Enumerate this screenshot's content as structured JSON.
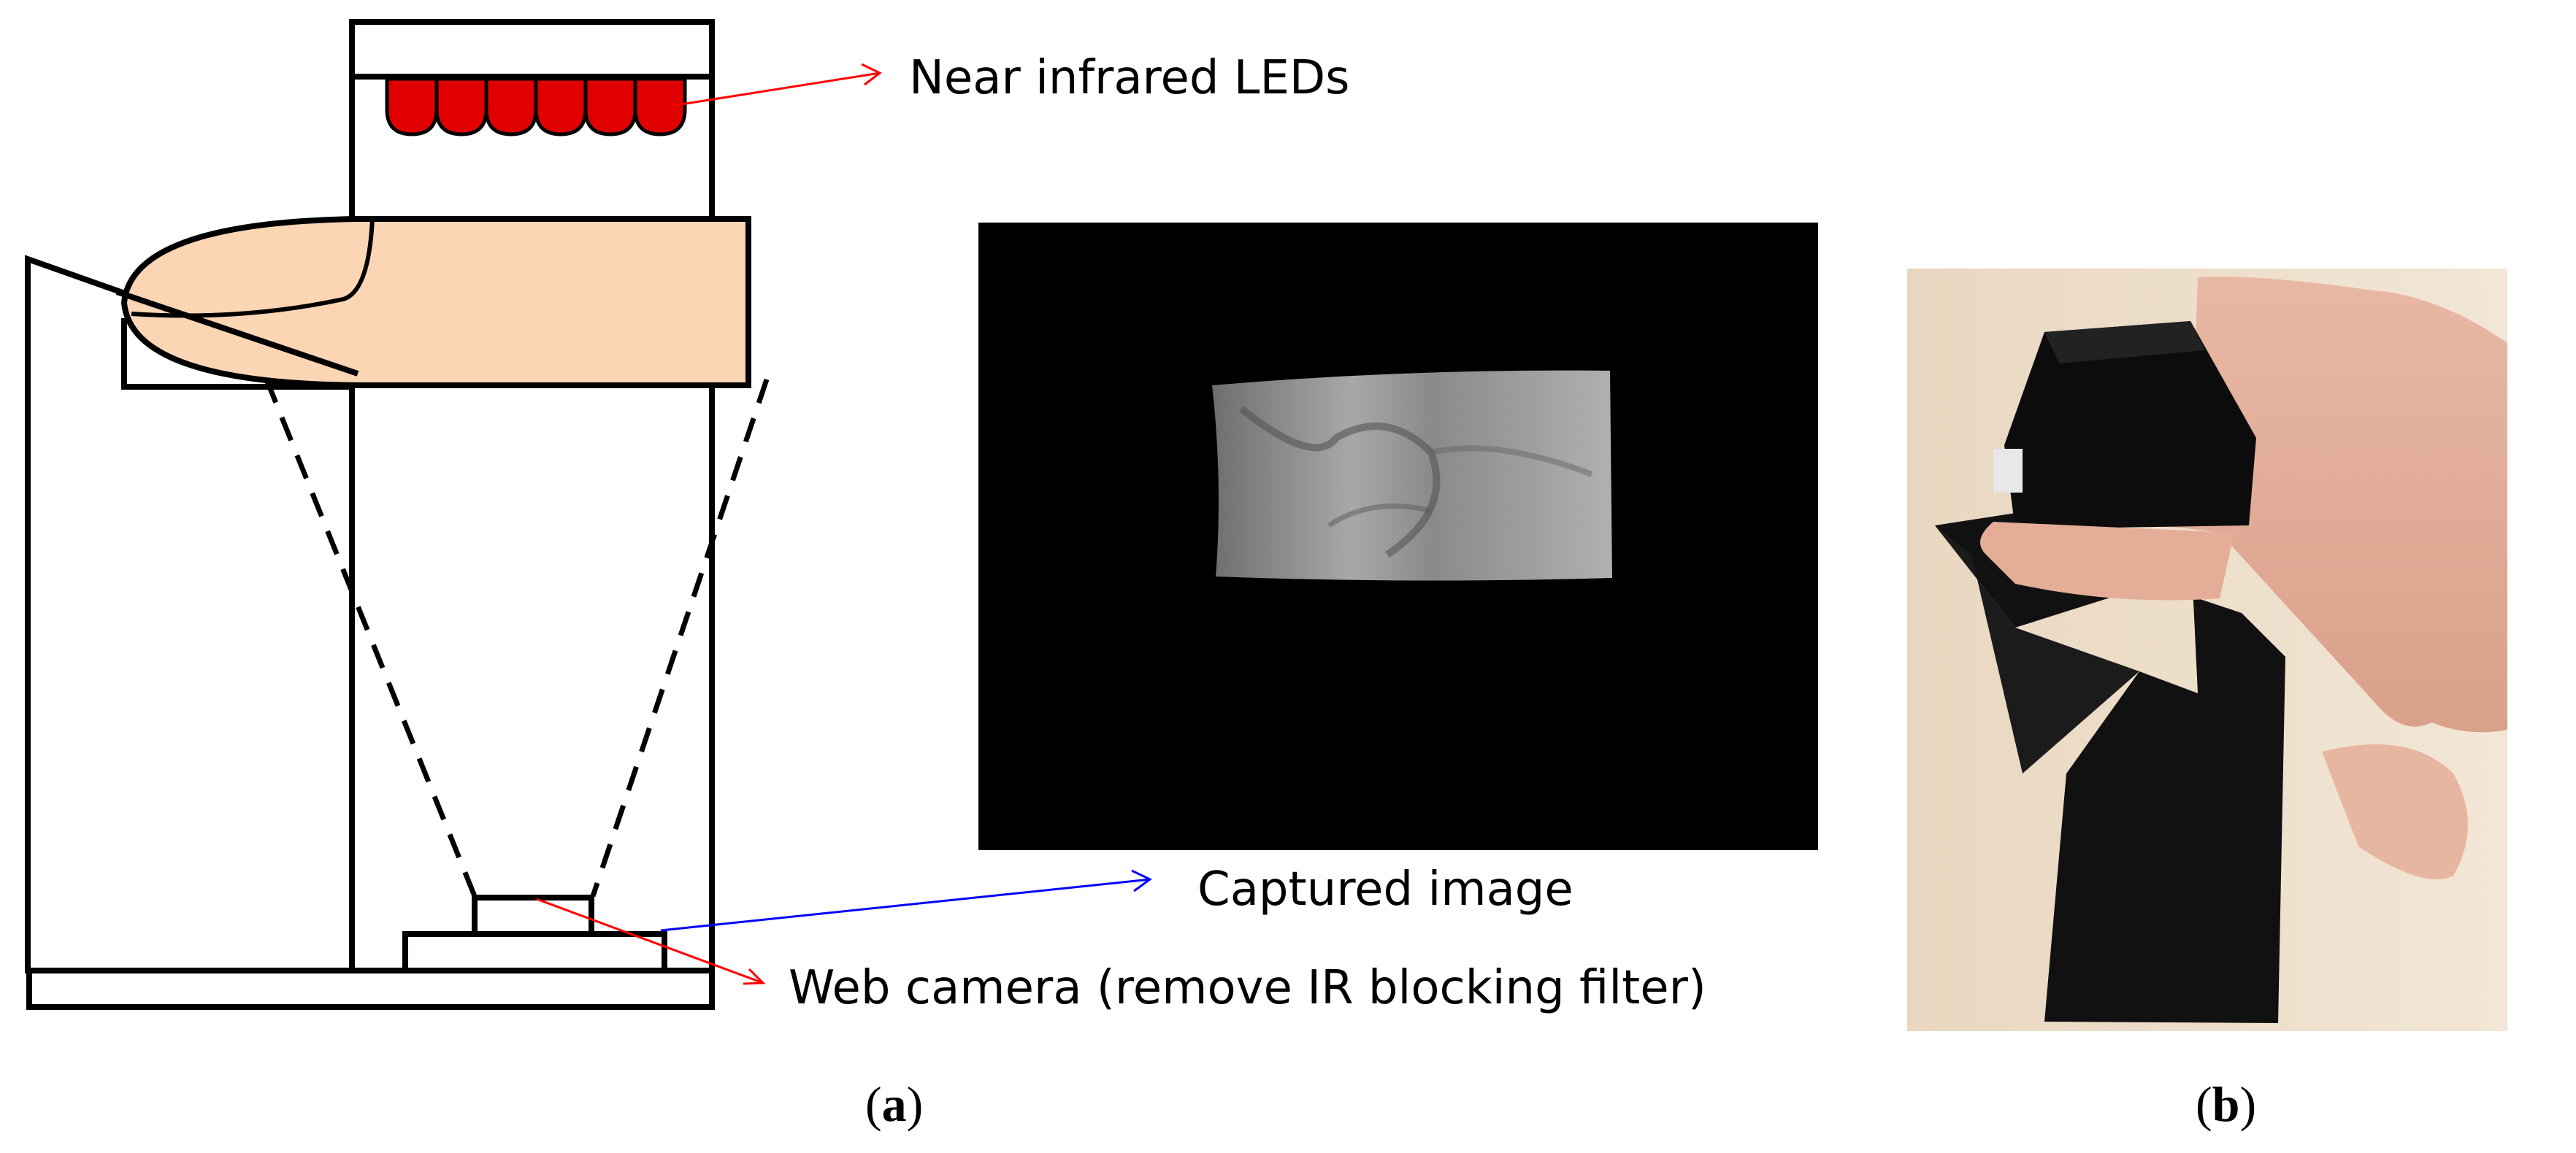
{
  "labels": {
    "leds": "Near infrared LEDs",
    "captured": "Captured image",
    "camera": "Web camera (remove IR blocking filter)"
  },
  "captions": {
    "a_open": "(",
    "a_letter": "a",
    "a_close": ")",
    "b_open": "(",
    "b_letter": "b",
    "b_close": ")"
  },
  "colors": {
    "led_fill": "#e00000",
    "finger_fill": "#fcd5b4",
    "red_arrow": "#ff0000",
    "blue_arrow": "#0000ff",
    "captured_bg": "#000000"
  },
  "icons": {
    "device_photo": "finger-vein-device-photo"
  }
}
